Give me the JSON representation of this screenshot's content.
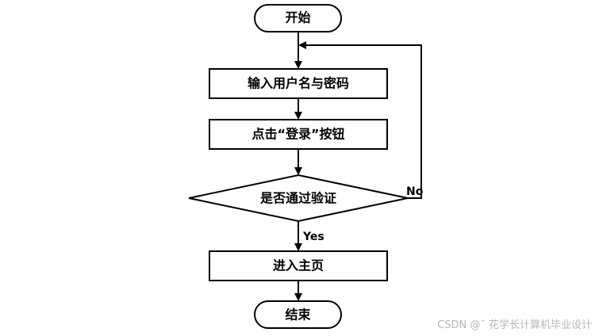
{
  "flowchart": {
    "start": "开始",
    "input_step": "输入用户名与密码",
    "click_step": "点击“登录”按钮",
    "decision": "是否通过验证",
    "enter_step": "进入主页",
    "end": "结束",
    "yes_label": "Yes",
    "no_label": "No"
  },
  "watermark": "CSDN @˜ 花学长计算机毕业设计",
  "colors": {
    "stroke": "#000000",
    "background": "#ffffff",
    "watermark": "#b5b5b5"
  }
}
